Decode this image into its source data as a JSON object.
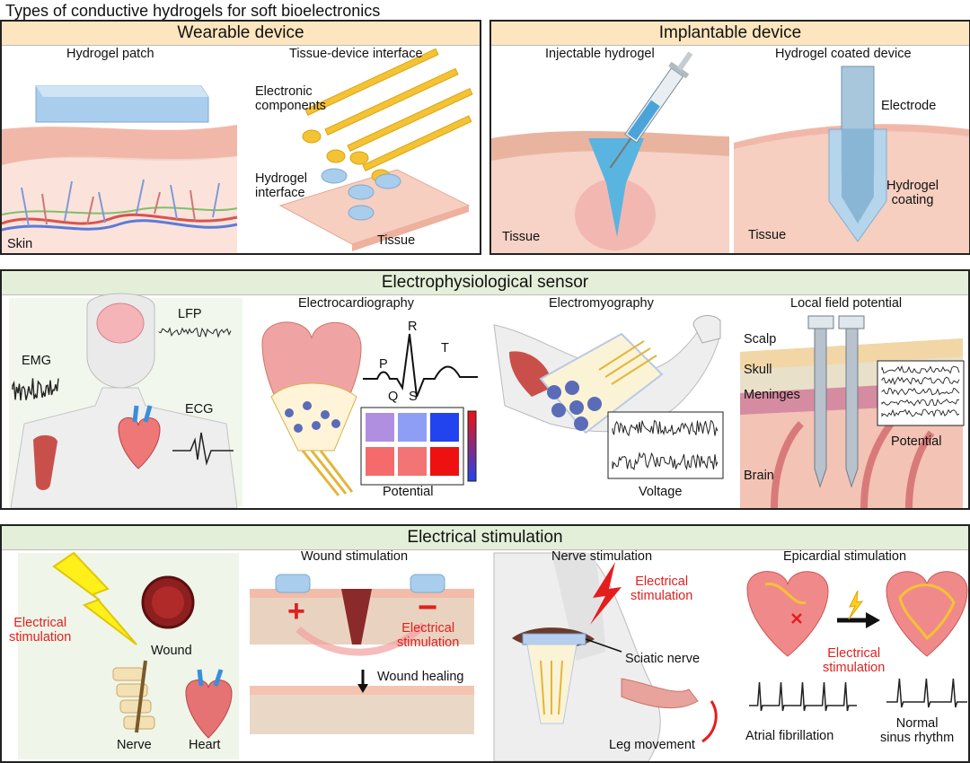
{
  "title": "Types of conductive hydrogels for soft bioelectronics",
  "wearable": {
    "header": "Wearable device",
    "patch_title": "Hydrogel patch",
    "interface_title": "Tissue-device interface",
    "skin": "Skin",
    "electronic_components": "Electronic\ncomponents",
    "hydrogel_interface": "Hydrogel\ninterface",
    "tissue": "Tissue"
  },
  "implantable": {
    "header": "Implantable device",
    "injectable_title": "Injectable hydrogel",
    "coated_title": "Hydrogel coated device",
    "tissue_left": "Tissue",
    "tissue_right": "Tissue",
    "electrode": "Electrode",
    "hydrogel_coating": "Hydrogel\ncoating"
  },
  "sensor": {
    "header": "Electrophysiological sensor",
    "emg": "EMG",
    "lfp": "LFP",
    "ecg": "ECG",
    "ecg_title": "Electrocardiography",
    "p": "P",
    "q": "Q",
    "r": "R",
    "s": "S",
    "t": "T",
    "potential1": "Potential",
    "emg_title": "Electromyography",
    "voltage": "Voltage",
    "lfp_title": "Local field potential",
    "scalp": "Scalp",
    "skull": "Skull",
    "meninges": "Meninges",
    "brain": "Brain",
    "potential2": "Potential",
    "heatmap_colors": [
      "#b08ee0",
      "#8e9ef5",
      "#2244ee",
      "#f56a6a",
      "#f37474",
      "#ee1111"
    ]
  },
  "stimulation": {
    "header": "Electrical stimulation",
    "elec_stim_left": "Electrical\nstimulation",
    "wound": "Wound",
    "nerve": "Nerve",
    "heart": "Heart",
    "wound_title": "Wound stimulation",
    "plus": "+",
    "minus": "−",
    "elec_stim_wound": "Electrical\nstimulation",
    "wound_healing": "Wound healing",
    "nerve_title": "Nerve stimulation",
    "elec_stim_nerve": "Electrical\nstimulation",
    "sciatic_nerve": "Sciatic nerve",
    "leg_movement": "Leg movement",
    "epi_title": "Epicardial stimulation",
    "elec_stim_epi": "Electrical\nstimulation",
    "afib": "Atrial fibrillation",
    "normal": "Normal\nsinus rhythm"
  }
}
